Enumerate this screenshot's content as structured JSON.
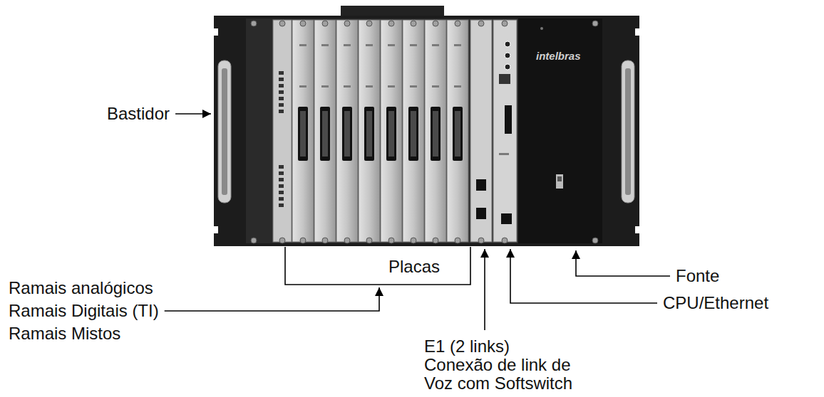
{
  "diagram": {
    "labels": [
      "Bastidor",
      "intelbras",
      "Placas",
      "Fonte",
      "Ramais analógicos",
      "Ramais Digitais (TI)",
      "CPU/Ethernet",
      "Ramais Mistos",
      "E1 (2 links)",
      "Conexão de link de Voz com Softswitch"
    ]
  }
}
